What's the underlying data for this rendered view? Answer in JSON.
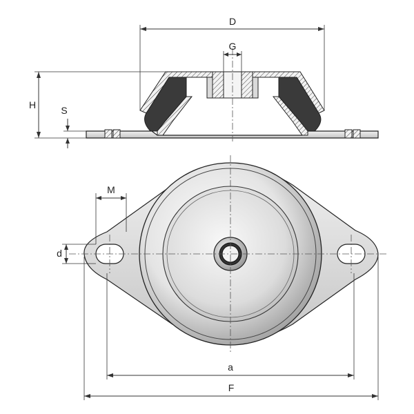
{
  "labels": {
    "D": "D",
    "G": "G",
    "H": "H",
    "S": "S",
    "M": "M",
    "d": "d",
    "a": "a",
    "F": "F"
  },
  "colors": {
    "rubber": "#3a3a3a",
    "steel_light": "#e6e6e6",
    "steel_mid": "#c8c8c8",
    "steel_dark": "#9a9a9a",
    "line": "#222222"
  }
}
